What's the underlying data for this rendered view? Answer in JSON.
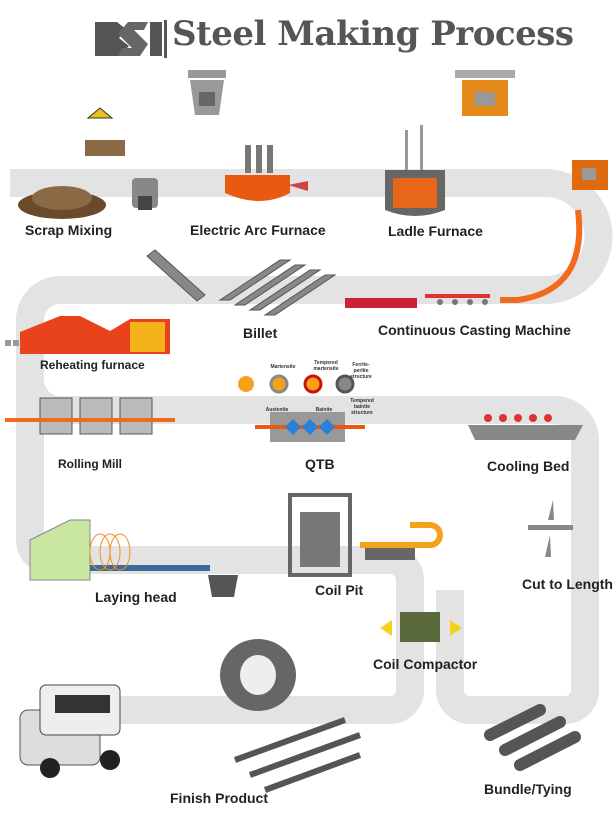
{
  "header": {
    "logo": "BSI",
    "title": "Steel Making Process"
  },
  "colors": {
    "track": "#e3e3e3",
    "steel_hot": "#f26b1d",
    "text": "#222222",
    "title": "#555555"
  },
  "stages": {
    "scrap_mixing": "Scrap Mixing",
    "electric_arc_furnace": "Electric Arc Furnace",
    "ladle_furnace": "Ladle Furnace",
    "billet": "Billet",
    "continuous_casting": "Continuous Casting Machine",
    "reheating_furnace": "Reheating furnace",
    "rolling_mill": "Rolling Mill",
    "qtb": "QTB",
    "cooling_bed": "Cooling Bed",
    "laying_head": "Laying head",
    "coil_pit": "Coil Pit",
    "cut_to_length": "Cut to Length",
    "coil_compactor": "Coil Compactor",
    "finish_product": "Finish Product",
    "bundle_tying": "Bundle/Tying"
  },
  "qtb_structures": {
    "martensite": "Martensite",
    "tempered_martensite": "Tempered martensite",
    "ferrite_pearlite": "Ferrite-perlite structure",
    "austenite": "Austenite",
    "bainite": "Bainite",
    "tempered_bainite": "Tempered bainite structure"
  }
}
